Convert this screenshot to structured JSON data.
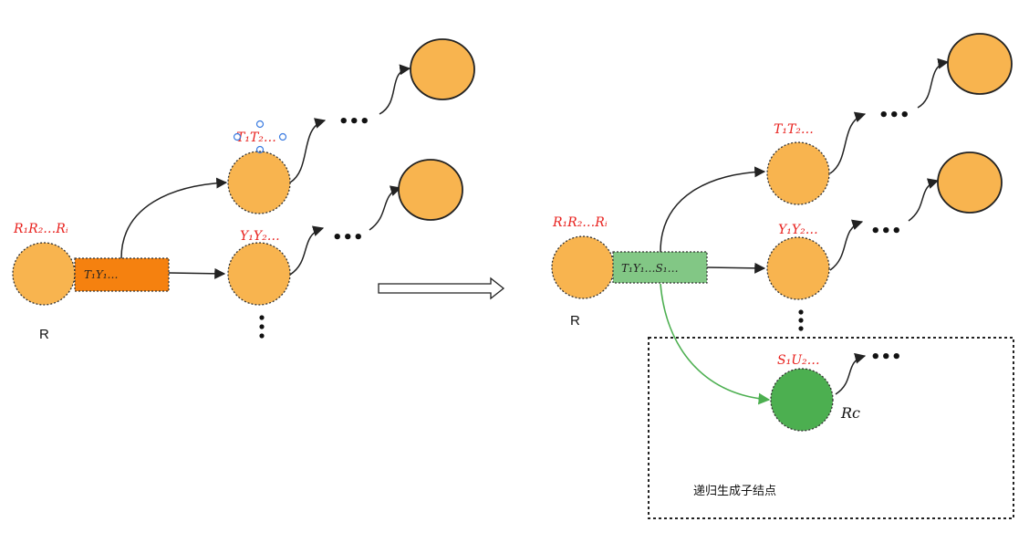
{
  "left": {
    "root_label": "R",
    "root_seq": "R₁R₂…Rᵢ",
    "box_text": "T₁Y₁…",
    "top_child_seq": "T₁T₂…",
    "mid_child_seq": "Y₁Y₂…"
  },
  "right": {
    "root_label": "R",
    "root_seq": "R₁R₂…Rᵢ",
    "box_text": "T₁Y₁…S₁…",
    "top_child_seq": "T₁T₂…",
    "mid_child_seq": "Y₁Y₂…",
    "new_child_seq": "S₁U₂…",
    "new_child_name": "Rc",
    "region_caption": "递归生成子结点"
  },
  "ellipsis": "•••",
  "colors": {
    "node_orange": "#f8b44f",
    "box_orange": "#f5810f",
    "box_green": "#82c785",
    "node_green": "#4caf50",
    "label_red": "#e8211e",
    "edge_green": "#4caf50"
  }
}
